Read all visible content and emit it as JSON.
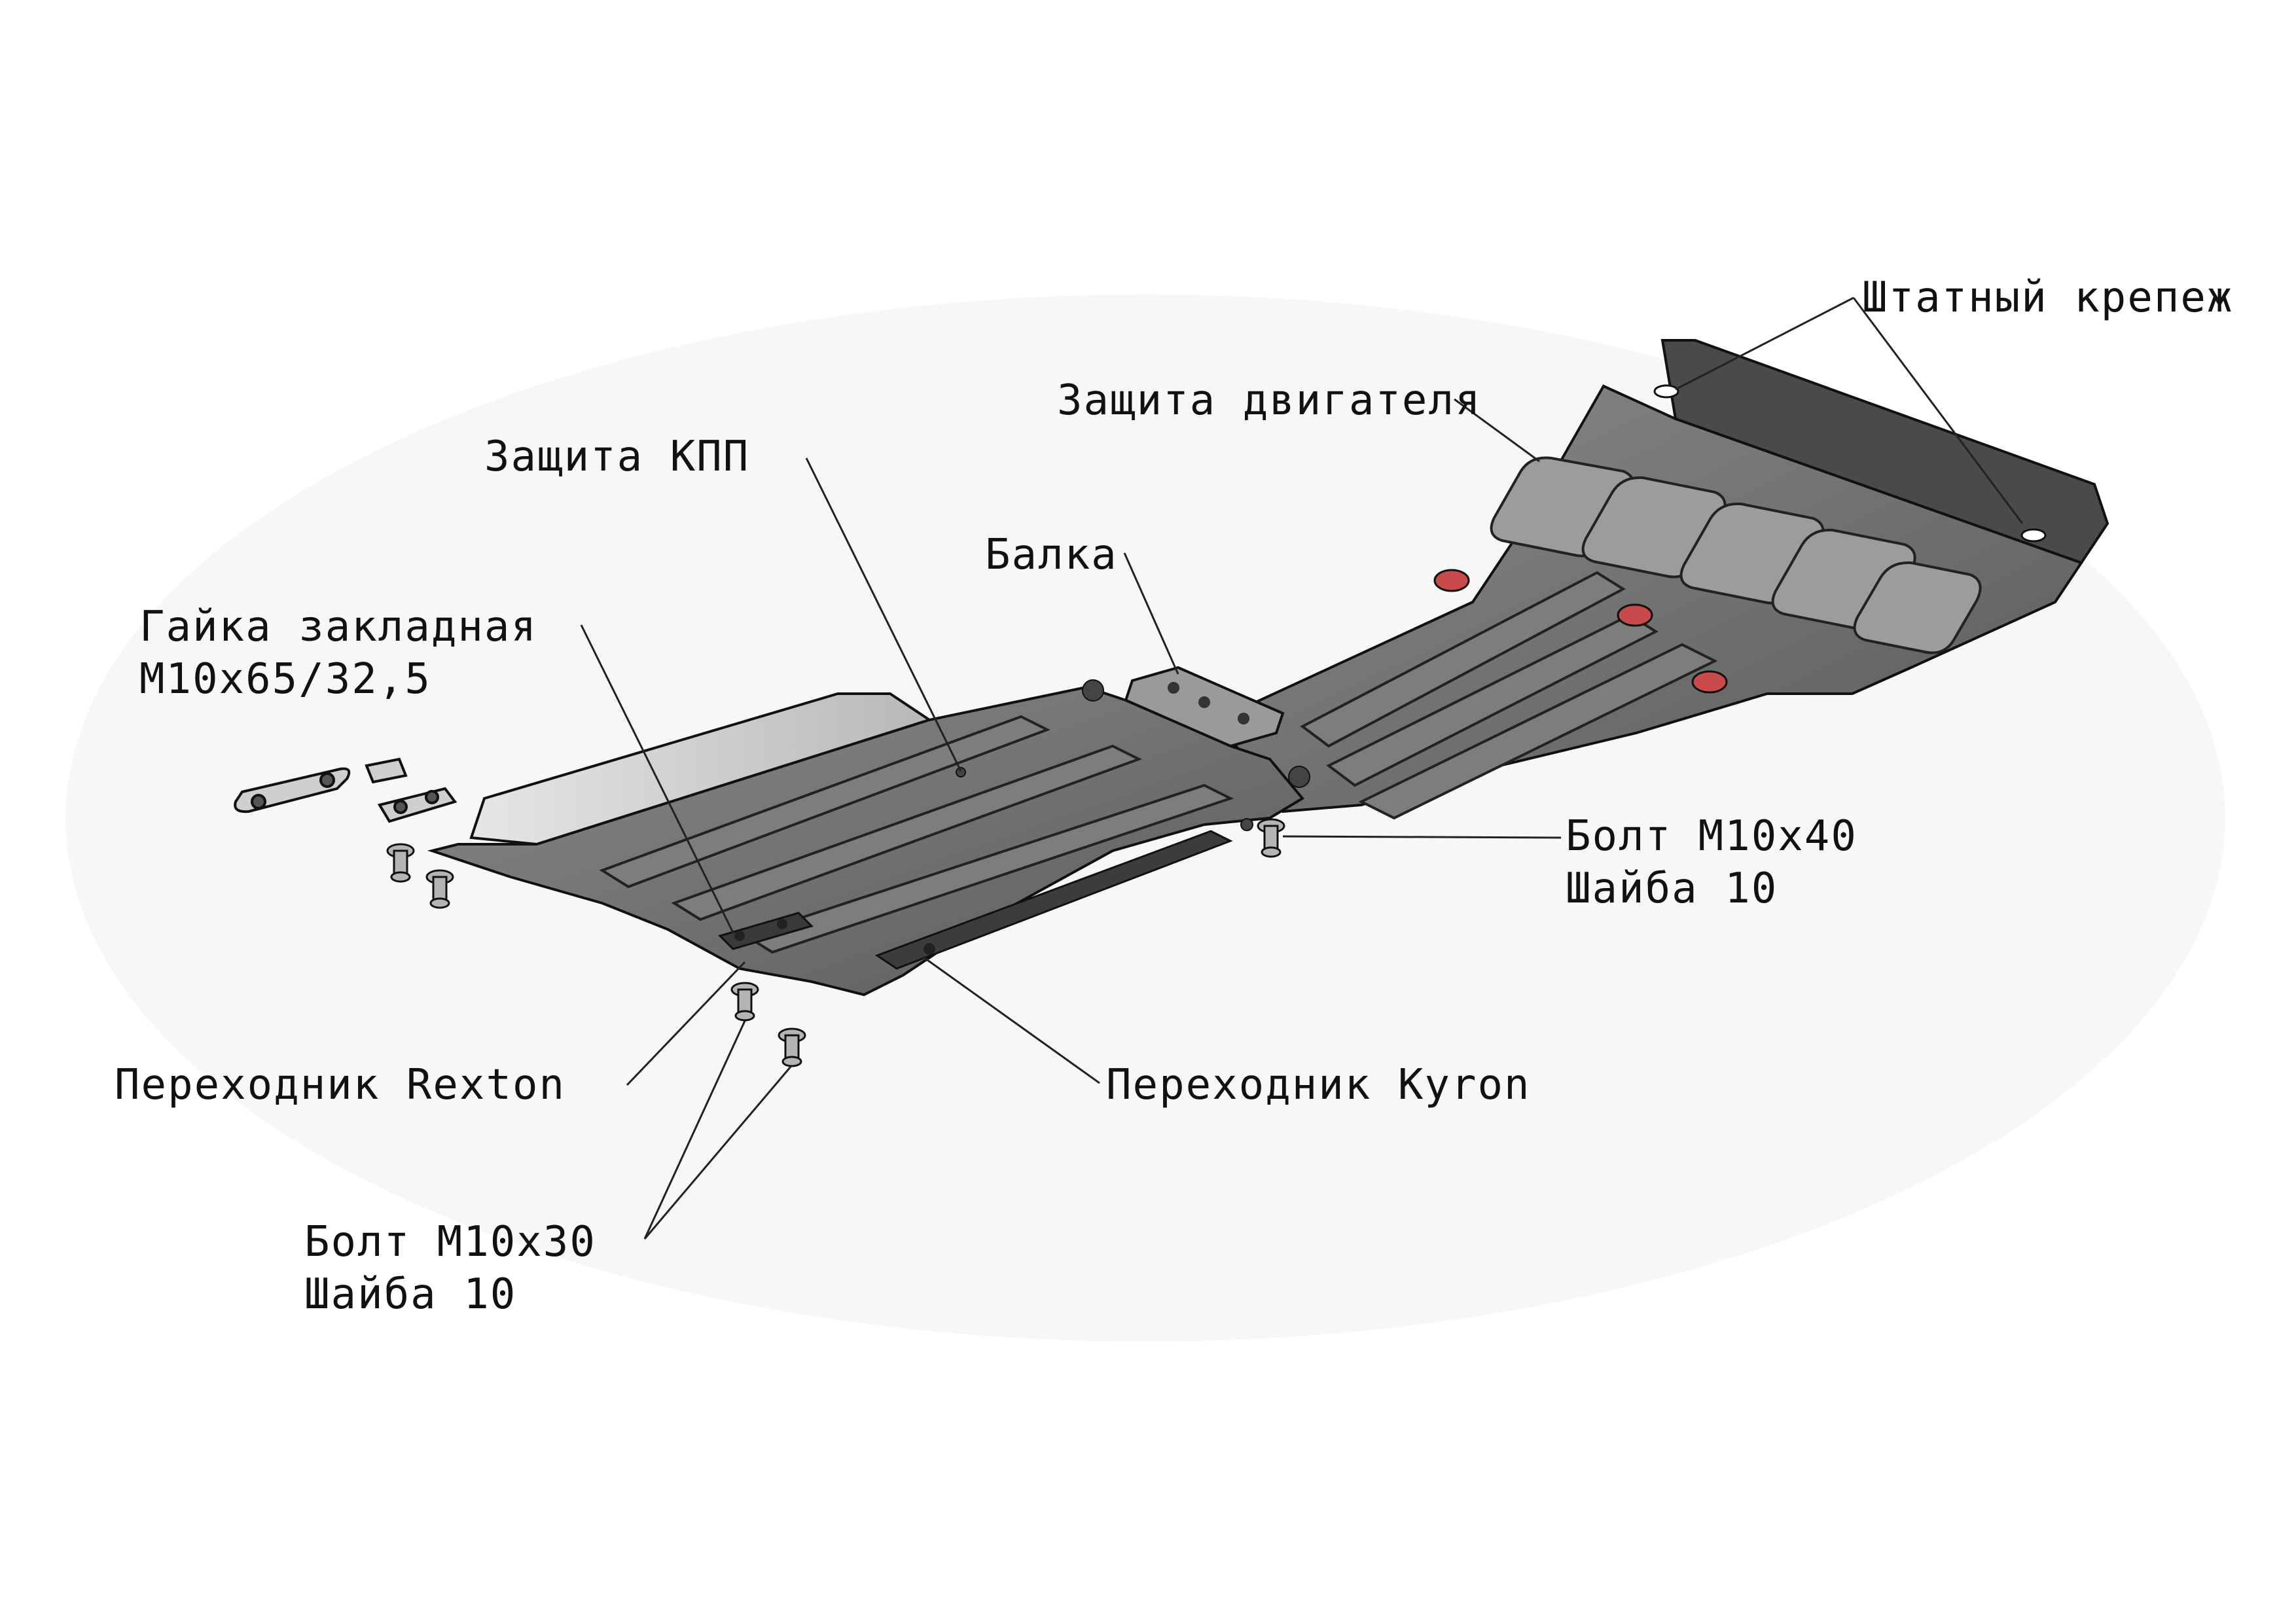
{
  "labels": {
    "shtatny": "Штатный крепеж",
    "engine": "Защита двигателя",
    "kpp": "Защита КПП",
    "balka": "Балка",
    "gaika_line1": "Гайка закладная",
    "gaika_line2": "М10х65/32,5",
    "bolt40_line1": "Болт М10х40",
    "bolt40_line2": "Шайба 10",
    "rexton": "Переходник Rexton",
    "kyron": "Переходник Kyron",
    "bolt30_line1": "Болт М10х30",
    "bolt30_line2": "Шайба 10"
  },
  "colors": {
    "plate_fill": "#6e6e6e",
    "plate_dark": "#3c3c3c",
    "plate_light": "#d4d4d4",
    "outline": "#111111",
    "rubber_plug": "#c94a4a",
    "leader_line": "#222222"
  }
}
